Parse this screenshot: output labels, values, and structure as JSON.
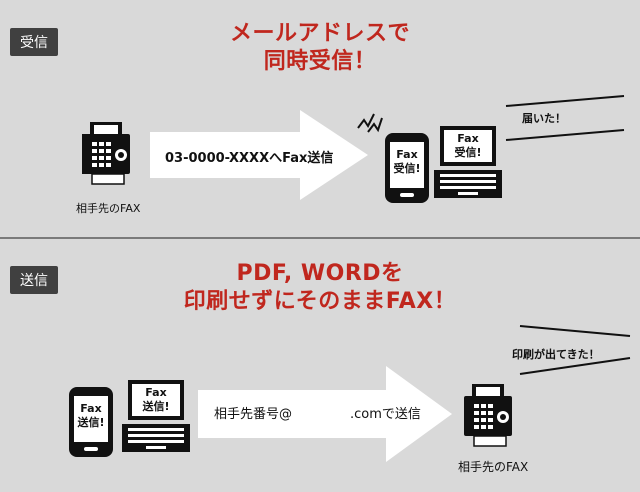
{
  "top": {
    "tag": "受信",
    "headline_line1": "メールアドレスで",
    "headline_line2": "同時受信！",
    "arrow_text": "03-0000-XXXXへFax送信",
    "fax_caption": "相手先のFAX",
    "phone_screen": "Fax\n受信!",
    "laptop_screen": "Fax\n受信!",
    "callout": "届いた！"
  },
  "bottom": {
    "tag": "送信",
    "headline_line1": "PDF, WORDを",
    "headline_line2": "印刷せずにそのままFAX！",
    "arrow_text_left": "相手先番号@",
    "arrow_text_right": ".comで送信",
    "fax_caption": "相手先のFAX",
    "phone_screen": "Fax\n送信!",
    "laptop_screen": "Fax\n送信!",
    "callout": "印刷が出てきた！"
  }
}
